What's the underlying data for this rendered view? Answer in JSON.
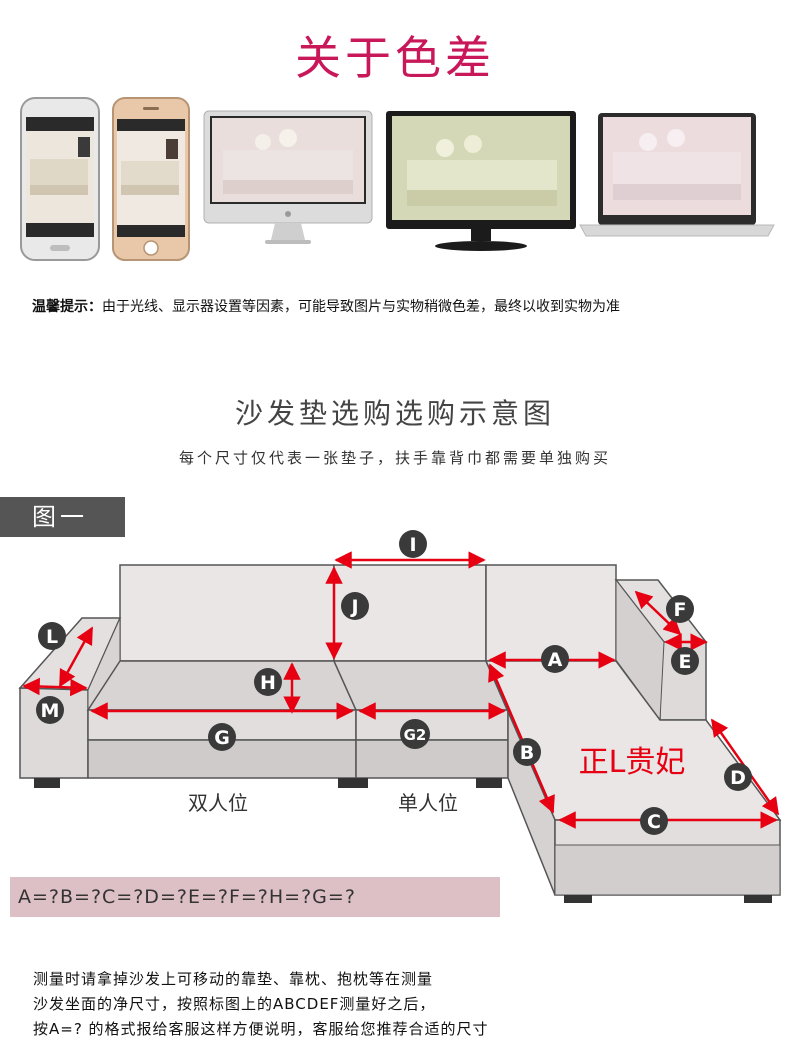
{
  "header": {
    "title": "关于色差"
  },
  "tip": {
    "label": "温馨提示：",
    "text": "由于光线、显示器设置等因素，可能导致图片与实物稍微色差，最终以收到实物为准"
  },
  "devices": [
    {
      "name": "android-phone"
    },
    {
      "name": "iphone"
    },
    {
      "name": "imac"
    },
    {
      "name": "monitor"
    },
    {
      "name": "laptop"
    }
  ],
  "section": {
    "title": "沙发垫选购选购示意图",
    "subtitle": "每个尺寸仅代表一张垫子，扶手靠背巾都需要单独购买",
    "figure_tab": "图一"
  },
  "diagram": {
    "markers": [
      "I",
      "J",
      "F",
      "L",
      "A",
      "E",
      "H",
      "M",
      "G",
      "G2",
      "B",
      "D",
      "C"
    ],
    "brand_text": "正L贵妃",
    "seat_labels": {
      "double": "双人位",
      "single": "单人位"
    },
    "accent_color": "#e60012"
  },
  "formula": "A=?B=?C=?D=?E=?F=?H=?G=?",
  "notes": [
    "测量时请拿掉沙发上可移动的靠垫、靠枕、抱枕等在测量",
    "沙发坐面的净尺寸，按照标图上的ABCDEF测量好之后，",
    "按A=? 的格式报给客服这样方便说明，客服给您推荐合适的尺寸"
  ]
}
